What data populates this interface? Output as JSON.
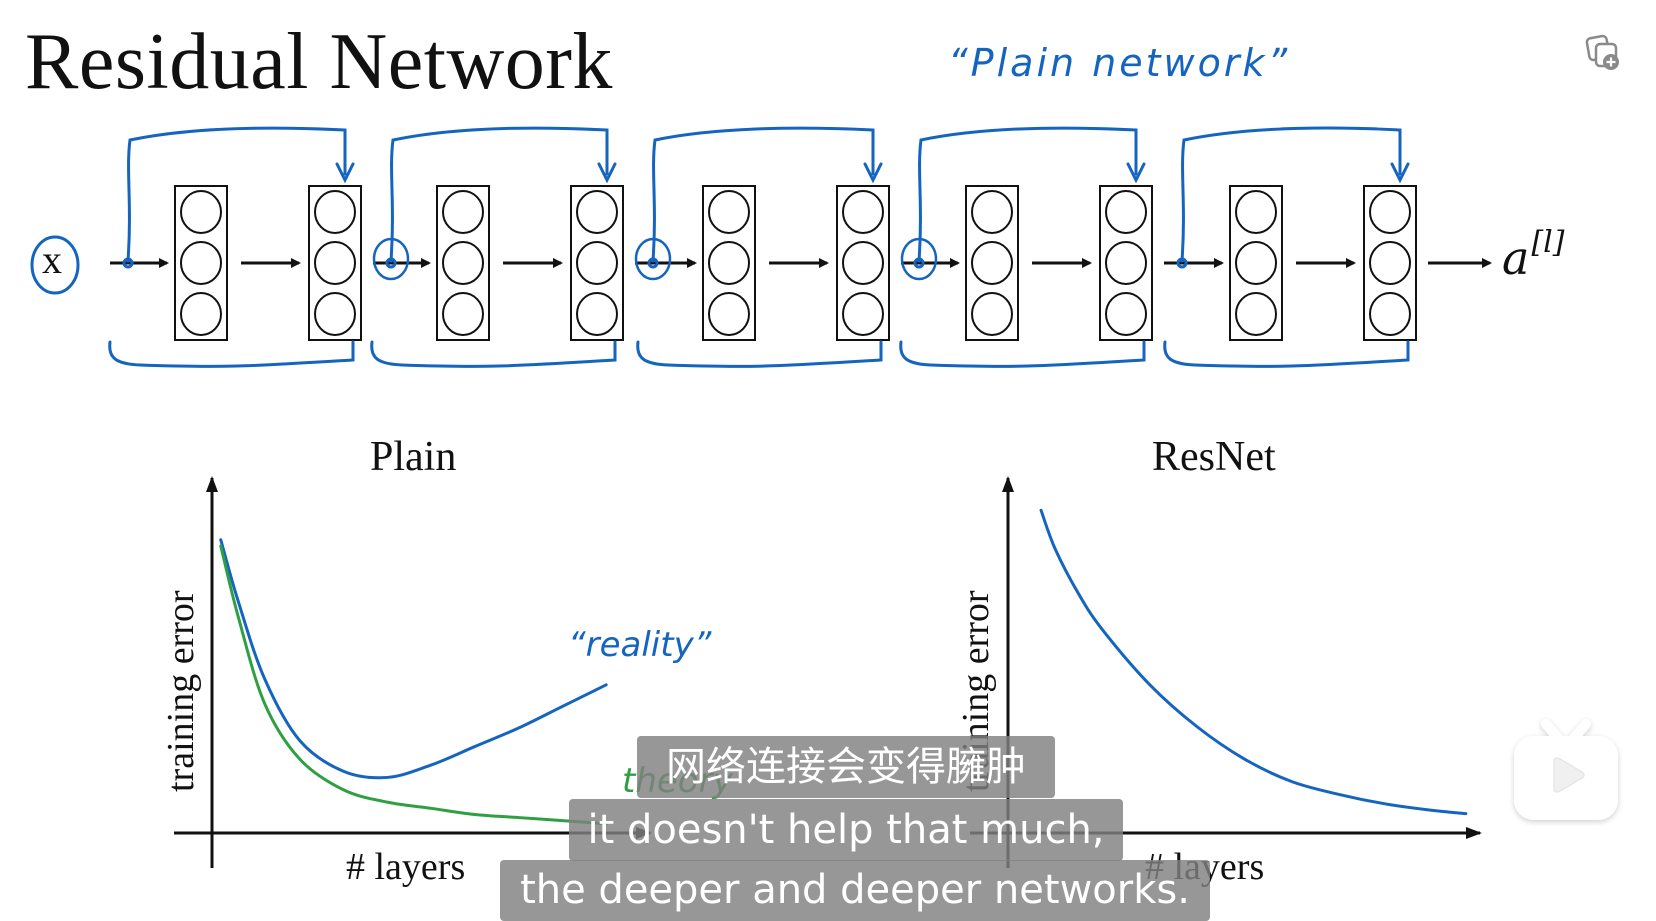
{
  "slide": {
    "title": "Residual Network",
    "annotation_plain_network": "“Plain network”",
    "input_label": "x",
    "output_label": "a",
    "output_superscript": "[l]"
  },
  "diagram": {
    "residual_blocks": 5,
    "layers_per_block": 2,
    "neurons_per_layer": 3
  },
  "chart_data": [
    {
      "type": "line",
      "title": "Plain",
      "xlabel": "# layers",
      "ylabel": "training error",
      "x": [
        0.02,
        0.06,
        0.12,
        0.2,
        0.3,
        0.4,
        0.5,
        0.6,
        0.7,
        0.8,
        0.9
      ],
      "series": [
        {
          "name": "reality",
          "annotation": "“reality”",
          "color": "#1565c0",
          "values": [
            0.95,
            0.75,
            0.5,
            0.3,
            0.2,
            0.18,
            0.22,
            0.28,
            0.34,
            0.41,
            0.48
          ]
        },
        {
          "name": "theory",
          "annotation": "theory",
          "color": "#2ea043",
          "values": [
            0.93,
            0.7,
            0.42,
            0.24,
            0.14,
            0.1,
            0.08,
            0.06,
            0.05,
            0.04,
            0.03
          ]
        }
      ],
      "ylim": [
        0,
        1.15
      ],
      "xlim": [
        0,
        1
      ],
      "grid": false,
      "legend": "none"
    },
    {
      "type": "line",
      "title": "ResNet",
      "xlabel": "# layers",
      "ylabel": "training error",
      "x": [
        0.07,
        0.1,
        0.15,
        0.2,
        0.3,
        0.4,
        0.5,
        0.6,
        0.7,
        0.8,
        0.9,
        0.97
      ],
      "series": [
        {
          "name": "ResNet",
          "color": "#1565c0",
          "values": [
            1.0,
            0.88,
            0.74,
            0.63,
            0.46,
            0.33,
            0.23,
            0.16,
            0.12,
            0.09,
            0.07,
            0.06
          ]
        }
      ],
      "ylim": [
        0,
        1.1
      ],
      "xlim": [
        0,
        1
      ],
      "grid": false,
      "legend": "none"
    }
  ],
  "subtitles": {
    "zh": "网络连接会变得臃肿",
    "en_line1": "it doesn't help that much,",
    "en_line2": "the deeper and deeper networks."
  },
  "overlay": {
    "copy_icon": "copy-add-icon",
    "logo_icon": "bilibili-tv-icon"
  },
  "colors": {
    "pen_blue": "#1565c0",
    "pen_green": "#2ea043",
    "subtitle_bg": "#808080"
  }
}
